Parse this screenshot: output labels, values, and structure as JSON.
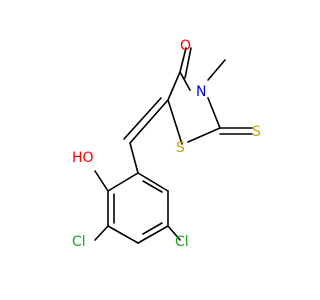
{
  "molecule": {
    "atoms": {
      "O_carbonyl": {
        "text": "O",
        "color": "#ff0000"
      },
      "N": {
        "text": "N",
        "color": "#0000ff"
      },
      "S_ring": {
        "text": "S",
        "color": "#c8a800"
      },
      "S_thione": {
        "text": "S",
        "color": "#c8a800"
      },
      "OH": {
        "text": "HO",
        "color": "#ff0000"
      },
      "Cl_left": {
        "text": "Cl",
        "color": "#1fa51f"
      },
      "Cl_right": {
        "text": "Cl",
        "color": "#1fa51f"
      }
    }
  }
}
